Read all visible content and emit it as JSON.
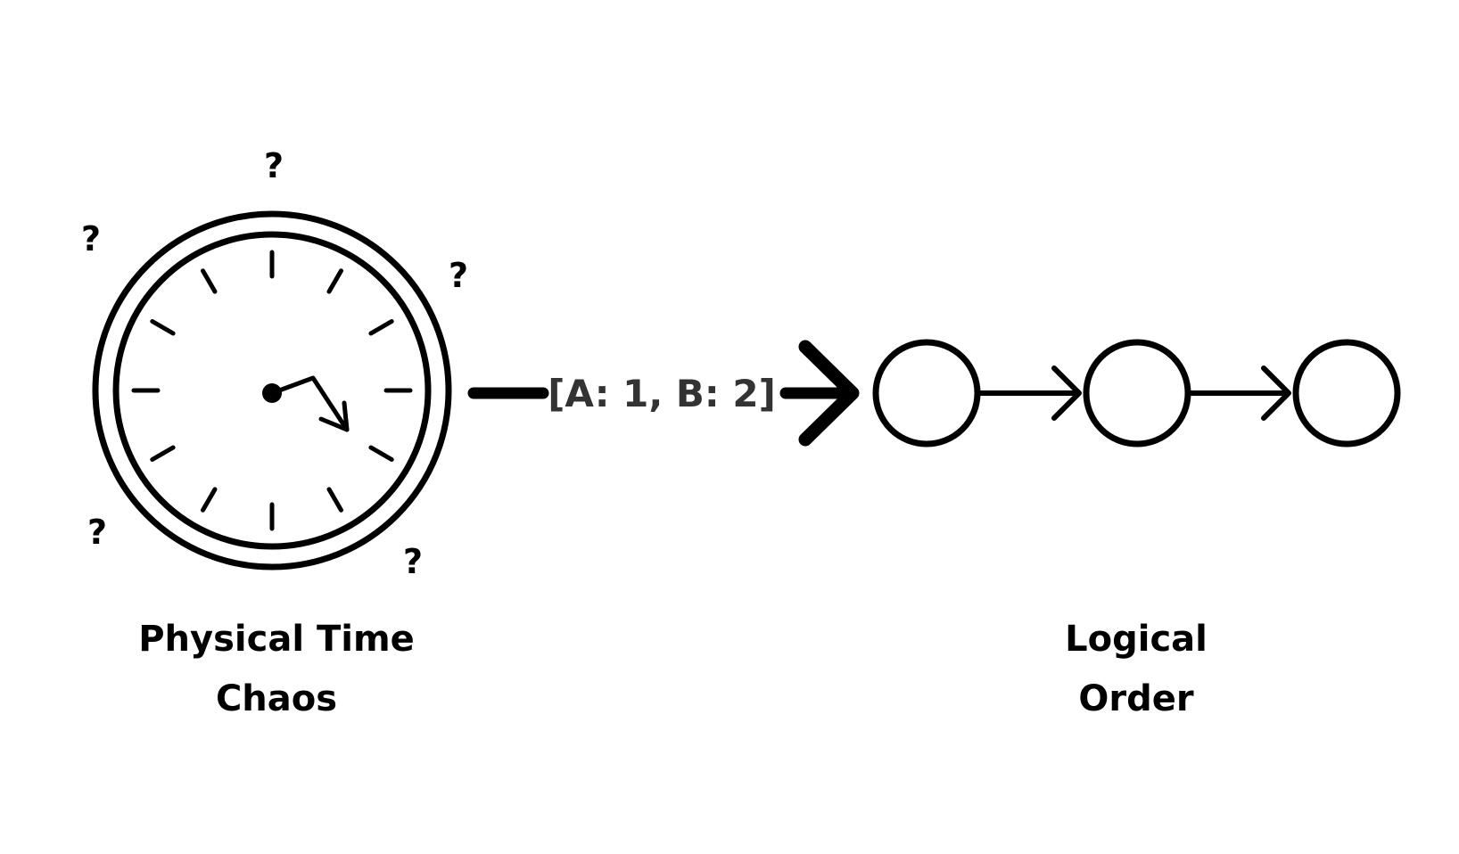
{
  "left": {
    "caption_line1": "Physical Time",
    "caption_line2": "Chaos",
    "question_mark": "?",
    "icon": "clock-icon"
  },
  "middle": {
    "vector_clock_label": "[A: 1, B: 2]",
    "icon": "arrow-right-icon"
  },
  "right": {
    "caption_line1": "Logical",
    "caption_line2": "Order",
    "node_count": 3,
    "icon": "node-chain"
  },
  "colors": {
    "stroke": "#000000",
    "label": "#333333",
    "background": "#ffffff"
  }
}
